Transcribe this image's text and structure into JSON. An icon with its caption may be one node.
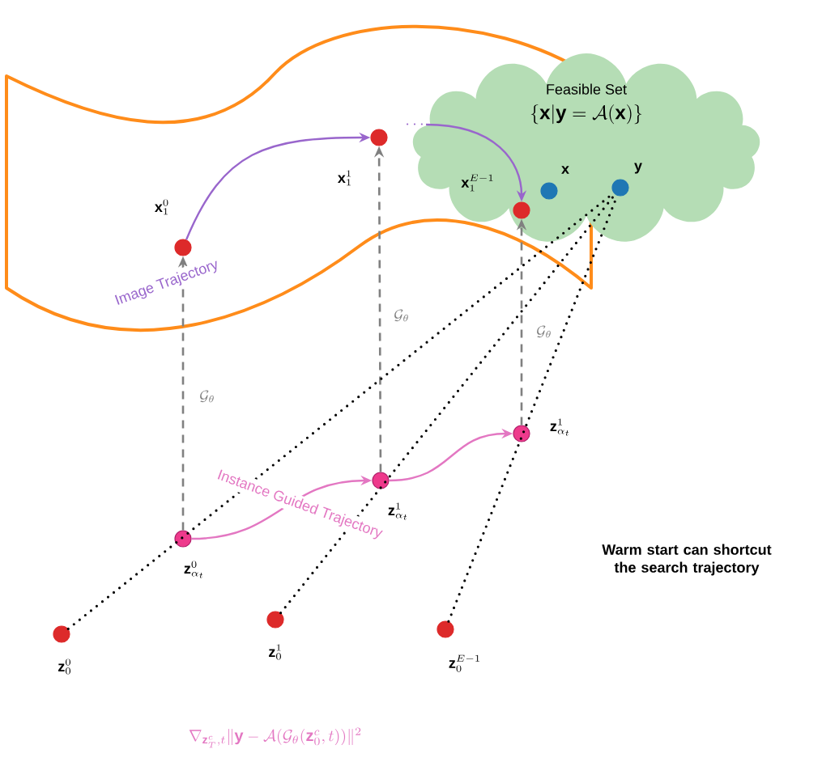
{
  "diagram": {
    "nodes": [
      {
        "text": [
          "Feasible Set",
          "\\{\\mathbf{x}|\\mathbf{y}=\\mathcal{A}(\\mathbf{x})\\}"
        ]
      },
      {
        "text": [],
        "shape": "circle",
        "beside": [
          "\\mathbf{x}_1^0"
        ]
      },
      {
        "text": [],
        "shape": "circle",
        "beside": [
          "\\mathbf{x}_1^1"
        ]
      },
      {
        "text": [
          "\\cdots"
        ],
        "in": 0
      },
      {
        "text": [],
        "shape": "circle",
        "beside": [
          "\\mathbf{x}_1^{E-1}"
        ],
        "in": 0
      },
      {
        "text": [],
        "shape": "circle",
        "beside": [
          "\\mathbf{x}"
        ],
        "in": 0
      },
      {
        "text": [],
        "shape": "circle",
        "beside": [
          "\\mathbf{y}"
        ],
        "in": 0
      },
      {
        "text": [],
        "shape": "circle",
        "beside": [
          "\\mathbf{z}_{\\alpha_t}^0"
        ]
      },
      {
        "text": [],
        "shape": "circle",
        "beside": [
          "\\mathbf{z}_{\\alpha_t}^1"
        ]
      },
      {
        "text": [],
        "shape": "circle",
        "beside": [
          "\\mathbf{z}_{\\alpha_t}^1"
        ]
      },
      {
        "text": [],
        "shape": "circle",
        "beside": [
          "\\mathbf{z}_0^0"
        ]
      },
      {
        "text": [],
        "shape": "circle",
        "beside": [
          "\\mathbf{z}_0^1"
        ]
      },
      {
        "text": [],
        "shape": "circle",
        "beside": [
          "\\mathbf{z}_0^{E-1}"
        ]
      }
    ],
    "edges": [
      {
        "from": 1,
        "to": 2,
        "arrow": "to",
        "label": "Image Trajectory",
        "color": "#9966cc"
      },
      {
        "from": 3,
        "to": 4,
        "arrow": "to",
        "color": "#9966cc"
      },
      {
        "from": 7,
        "to": 1,
        "arrow": "to",
        "label": "\\mathcal{G}_\\theta",
        "style": "dashed",
        "color": "#808080"
      },
      {
        "from": 8,
        "to": 2,
        "arrow": "to",
        "label": "\\mathcal{G}_\\theta",
        "style": "dashed",
        "color": "#808080"
      },
      {
        "from": 9,
        "to": 4,
        "arrow": "to",
        "label": "\\mathcal{G}_\\theta",
        "style": "dashed",
        "color": "#808080"
      },
      {
        "from": 7,
        "to": 8,
        "arrow": "to",
        "label": "Instance Guided Trajectory",
        "color": "#e377c2"
      },
      {
        "from": 8,
        "to": 9,
        "arrow": "to",
        "color": "#e377c2"
      },
      {
        "from": 10,
        "to": 6,
        "arrow": "none",
        "style": "dashed",
        "color": "#000000"
      },
      {
        "from": 11,
        "to": 6,
        "arrow": "none",
        "style": "dashed",
        "color": "#000000"
      },
      {
        "from": 12,
        "to": 6,
        "arrow": "none",
        "style": "dashed",
        "color": "#000000"
      }
    ],
    "labels": [
      "Warm start can shortcut the search trajectory",
      "\\nabla_{\\mathbf{z}_T^c,t}\\|\\mathbf{y}-\\mathcal{A}(\\mathcal{G}_\\theta(\\mathbf{z}_0^c,t))\\|^2"
    ]
  }
}
